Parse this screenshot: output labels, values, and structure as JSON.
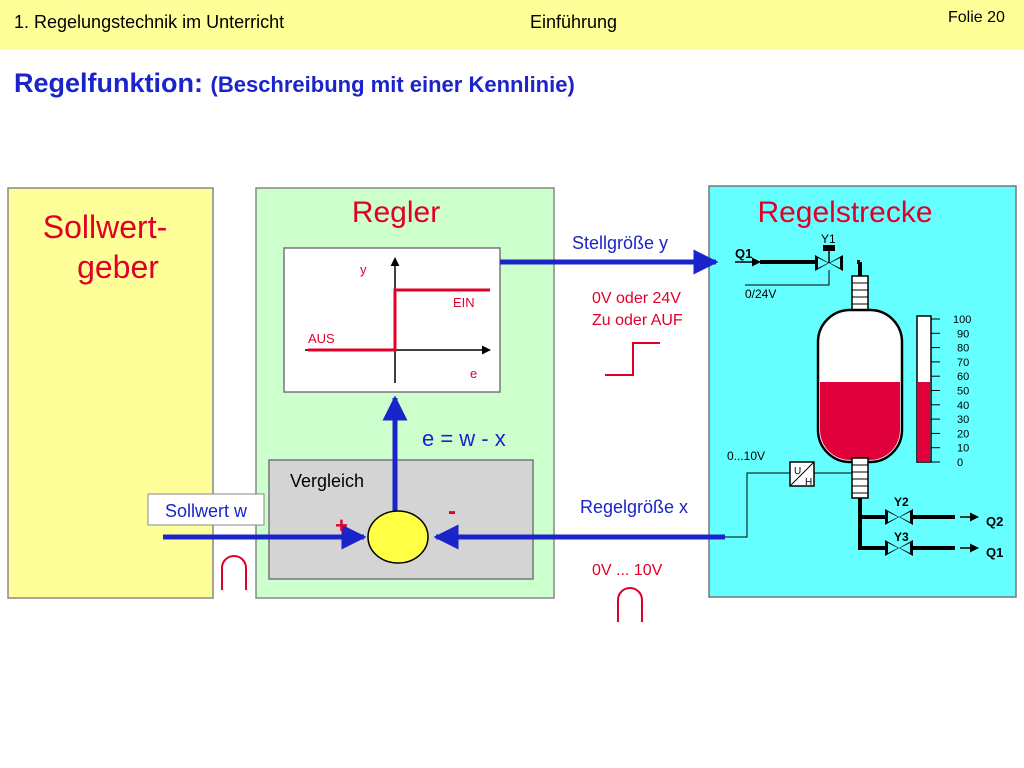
{
  "header": {
    "section": "1. Regelungstechnik im Unterricht",
    "topic": "Einführung",
    "slide": "Folie 20"
  },
  "title": {
    "main": "Regelfunktion:",
    "sub": "(Beschreibung mit einer Kennlinie)"
  },
  "blocks": {
    "sollwertgeber_line1": "Sollwert-",
    "sollwertgeber_line2": "geber",
    "regler": "Regler",
    "regelstrecke": "Regelstrecke",
    "vergleich": "Vergleich"
  },
  "signals": {
    "stellgroesse": "Stellgröße y",
    "stell_values": "0V oder 24V",
    "stell_states": "Zu oder AUF",
    "regelgroesse": "Regelgröße x",
    "regel_values": "0V ... 10V",
    "sollwert": "Sollwert w",
    "equation": "e = w - x",
    "plus": "+",
    "minus": "-"
  },
  "characteristic": {
    "y_label": "y",
    "e_label": "e",
    "on_label": "EIN",
    "off_label": "AUS"
  },
  "plant": {
    "q1_in": "Q1",
    "voltage_in": "0/24V",
    "y1": "Y1",
    "sensor_range": "0...10V",
    "converter_u": "U",
    "converter_h": "H",
    "y2": "Y2",
    "y3": "Y3",
    "q2_out": "Q2",
    "q1_out": "Q1",
    "scale": [
      "100",
      "90",
      "80",
      "70",
      "60",
      "50",
      "40",
      "30",
      "20",
      "10",
      "0"
    ],
    "fill_level": 0.5
  },
  "colors": {
    "accent_blue": "#1a24c8",
    "signal_red": "#e0002a",
    "liquid": "#e0003c",
    "regler_bg": "#ccffcc",
    "strecke_bg": "#66ffff",
    "header_bg": "#ffff99",
    "sum_point": "#ffff44"
  }
}
